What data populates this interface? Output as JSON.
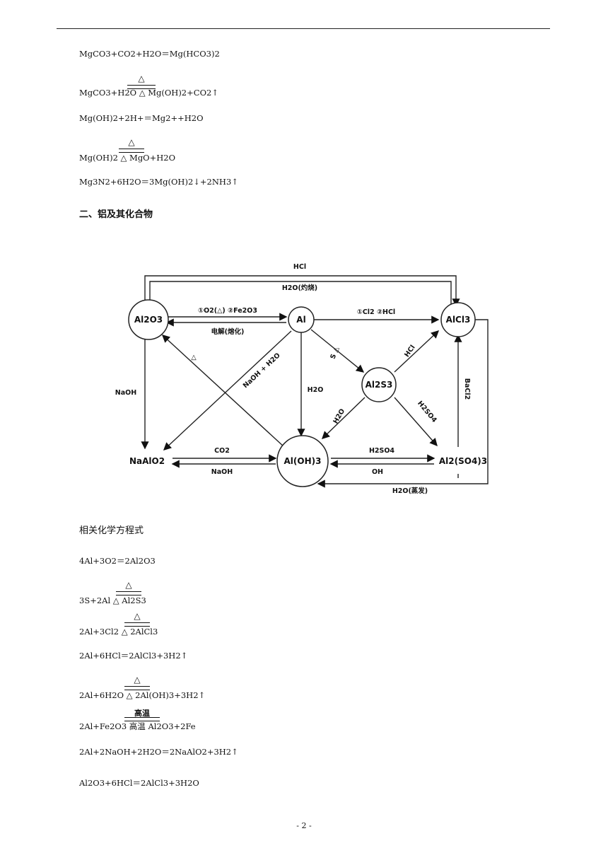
{
  "page_number": "- 2 -",
  "mg_equations": {
    "eq1": "MgCO3+CO2+H2O＝Mg(HCO3)2",
    "eq2": "MgCO3+H2O △ Mg(OH)2+CO2↑",
    "eq3": "Mg(OH)2+2H+＝Mg2++H2O",
    "eq4": "Mg(OH)2 △ MgO+H2O",
    "eq5": "Mg3N2+6H2O＝3Mg(OH)2↓+2NH3↑"
  },
  "conditions": {
    "heat": "△",
    "high_temp": "高温"
  },
  "section_title": "二、铝及其化合物",
  "diagram": {
    "nodes": {
      "al2o3": "Al2O3",
      "al": "Al",
      "alcl3": "AlCl3",
      "al2s3": "Al2S3",
      "naalo2": "NaAlO2",
      "aloh3": "Al(OH)3",
      "al2so43": "Al2(SO4)3"
    },
    "labels": {
      "hcl_top": "HCl",
      "h2o_burn": "H2O(灼烧)",
      "o2_fe2o3": "①O2(△) ②Fe2O3",
      "electrolysis": "电解(熔化)",
      "cl2_hcl": "①Cl2 ②HCl",
      "naoh_left": "NaOH",
      "naoh_h2o": "NaOH + H2O",
      "h2o_mid": "H2O",
      "s_heat": "S △",
      "heat_left": "△",
      "hcl_diag": "HCl",
      "bacl2": "BaCl2",
      "h2o_diag": "H2O",
      "h2so4_diag": "H2SO4",
      "co2": "CO2",
      "naoh_bottom": "NaOH",
      "h2so4_bottom": "H2SO4",
      "oh_bottom": "OH",
      "h2o_evap": "H2O(蒸发)"
    }
  },
  "related_title": "相关化学方程式",
  "al_equations": {
    "eq1": "4Al+3O2＝2Al2O3",
    "eq2": "3S+2Al △ Al2S3",
    "eq3": "2Al+3Cl2 △ 2AlCl3",
    "eq4": "2Al+6HCl＝2AlCl3+3H2↑",
    "eq5": "2Al+6H2O △ 2Al(OH)3+3H2↑",
    "eq6": "2Al+Fe2O3 高温 Al2O3+2Fe",
    "eq7": "2Al+2NaOH+2H2O＝2NaAlO2+3H2↑",
    "eq8": "Al2O3+6HCl＝2AlCl3+3H2O"
  }
}
